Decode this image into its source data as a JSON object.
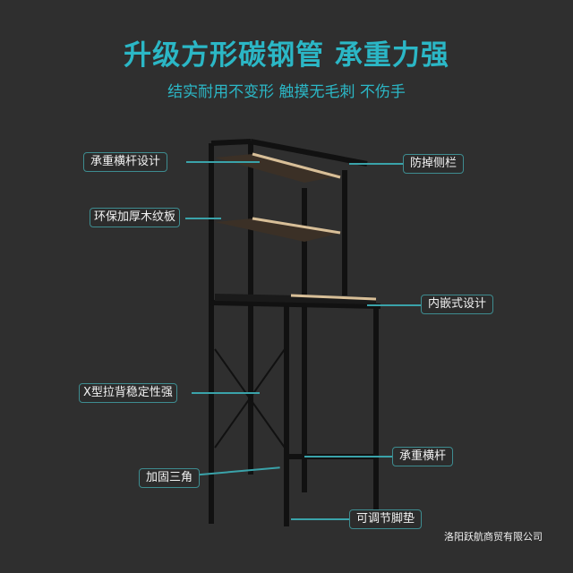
{
  "headline": "升级方形碳钢管  承重力强",
  "subheadline": "结实耐用不变形  触摸无毛刺 不伤手",
  "callouts": {
    "crossbar_design": "承重横杆设计",
    "wood_board": "环保加厚木纹板",
    "x_brace": "X型拉背稳定性强",
    "triangle": "加固三角",
    "side_rail": "防掉侧栏",
    "embedded": "内嵌式设计",
    "crossbar": "承重横杆",
    "feet": "可调节脚垫"
  },
  "company": "洛阳跃航商贸有限公司",
  "colors": {
    "accent": "#2bb7c6",
    "background": "#2f2f2f"
  }
}
